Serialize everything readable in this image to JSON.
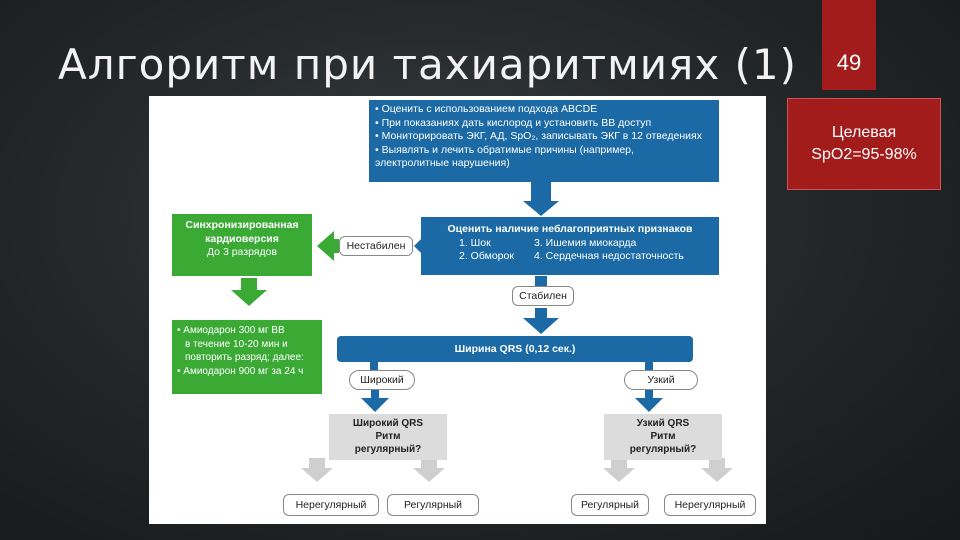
{
  "slide": {
    "title": "Алгоритм при тахиаритмиях (1)",
    "page_number": "49",
    "note": [
      "Целевая",
      "SpO2=95-98%"
    ]
  },
  "colors": {
    "blue": "#1b6aa5",
    "green": "#3aaa35",
    "grey": "#dcdcdc",
    "accent_red": "#a31c1c"
  },
  "flowchart": {
    "top_box": [
      "• Оценить с использованием подхода ABCDE",
      "• При показаниях дать кислород и установить ВВ доступ",
      "• Мониторировать ЭКГ, АД, SpO₂, записывать ЭКГ в 12 отведениях",
      "• Выявлять и лечить обратимые причины (например,",
      "электролитные нарушения)"
    ],
    "assess_box": {
      "title": "Оценить наличие неблагоприятных признаков",
      "item1": "1. Шок",
      "item2": "2. Обморок",
      "item3": "3. Ишемия миокарда",
      "item4": "4. Сердечная недостаточность"
    },
    "unstable_label": "Нестабилен",
    "stable_label": "Стабилен",
    "cardioversion_box": [
      "Синхронизированная",
      "кардиоверсия",
      "До 3 разрядов"
    ],
    "amiodarone_box": [
      "• Амиодарон 300 мг ВВ",
      "в течение 10-20 мин и",
      "повторить разряд; далее:",
      "• Амиодарон 900 мг за 24 ч"
    ],
    "qrs_box": "Ширина QRS (0,12 сек.)",
    "wide_label": "Широкий",
    "narrow_label": "Узкий",
    "wide_qrs_box": [
      "Широкий QRS",
      "Ритм",
      "регулярный?"
    ],
    "narrow_qrs_box": [
      "Узкий QRS",
      "Ритм",
      "регулярный?"
    ],
    "bottom_labels": [
      "Нерегулярный",
      "Регулярный",
      "Регулярный",
      "Нерегулярный"
    ]
  }
}
